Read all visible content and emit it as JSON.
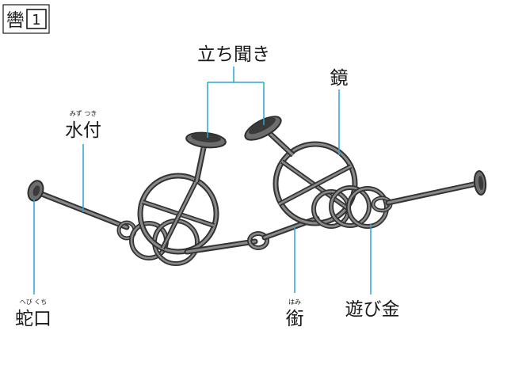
{
  "title_label": "轡",
  "title_number": "1",
  "parts": {
    "tachigiki": {
      "label": "立ち聞き"
    },
    "kagami": {
      "label": "鏡"
    },
    "mizutsuki": {
      "label": "水付",
      "ruby": "みず つき"
    },
    "hebiguchi": {
      "label": "蛇口",
      "ruby": "へび くち"
    },
    "hami": {
      "label": "銜",
      "ruby": "はみ"
    },
    "asobigane": {
      "label": "遊び金"
    }
  },
  "colors": {
    "leader": "#2aa4d9",
    "metal": "#3b3b3b",
    "text": "#1a1a1a"
  }
}
